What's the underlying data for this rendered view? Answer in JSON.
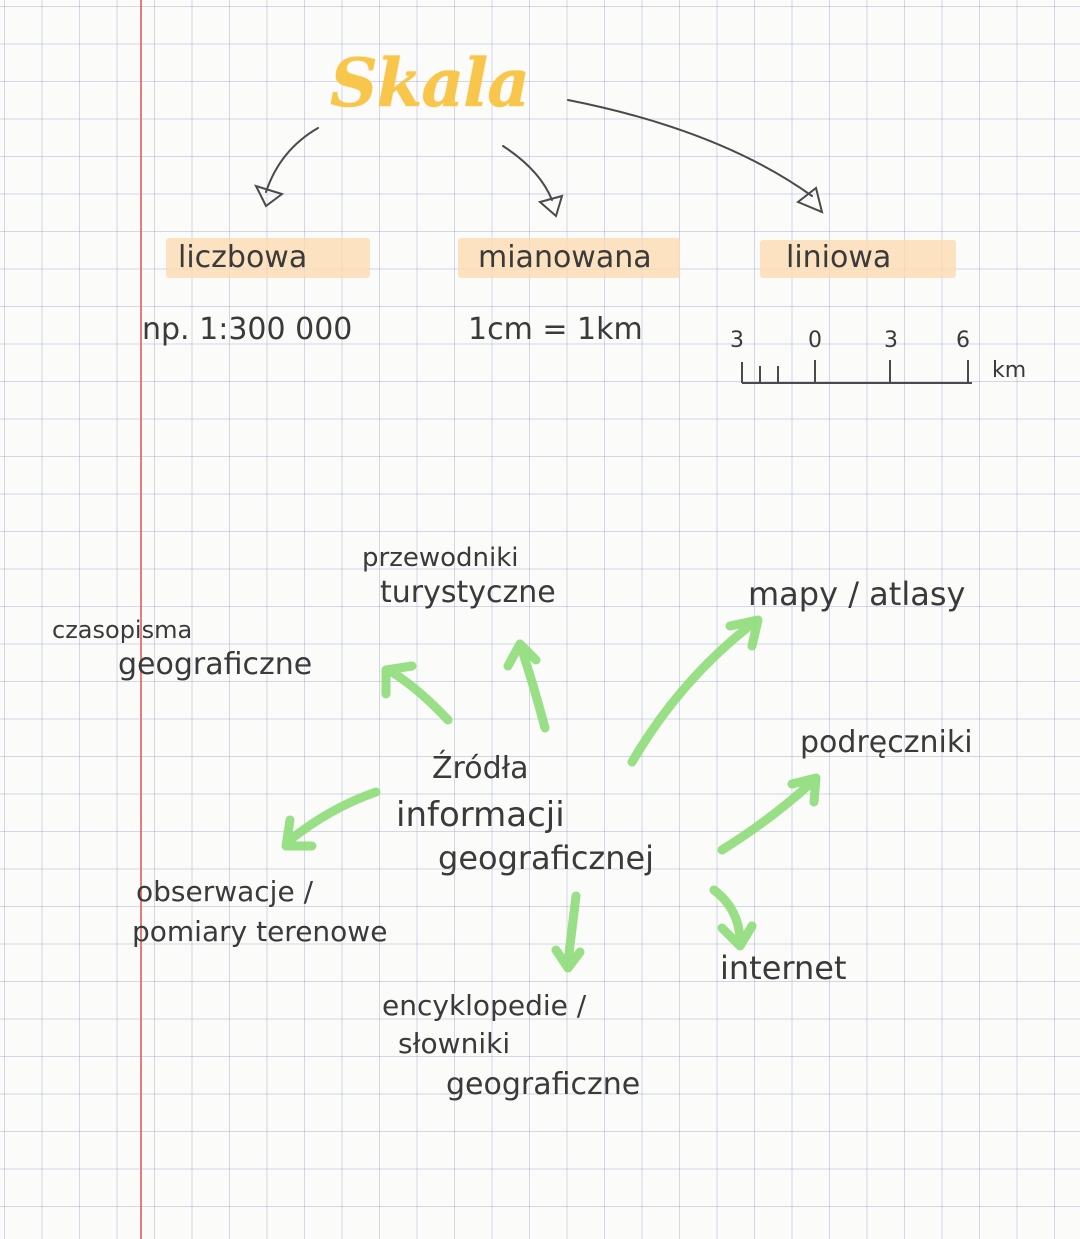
{
  "title": "Skala",
  "scale_types": [
    {
      "name": "liczbowa",
      "example": "np. 1:300 000"
    },
    {
      "name": "mianowana",
      "example": "1cm = 1km"
    },
    {
      "name": "liniowa",
      "ticks": [
        "3",
        "0",
        "3",
        "6"
      ],
      "unit": "km"
    }
  ],
  "center": {
    "line1": "Źródła",
    "line2": "informacji",
    "line3": "geograficznej"
  },
  "sources": {
    "czasopisma_1": "czasopisma",
    "czasopisma_2": "geograficzne",
    "przewodniki_1": "przewodniki",
    "przewodniki_2": "turystyczne",
    "mapy": "mapy / atlasy",
    "podreczniki": "podręczniki",
    "internet": "internet",
    "obserwacje_1": "obserwacje /",
    "obserwacje_2": "pomiary terenowe",
    "encyklopedie_1": "encyklopedie /",
    "encyklopedie_2": "słowniki",
    "encyklopedie_3": "geograficzne"
  },
  "colors": {
    "title": "#f7c64a",
    "highlight": "#fcd9ae",
    "ink": "#3a3a3a",
    "green_arrow": "#8fdc7a",
    "margin": "#e0685f",
    "grid": "#8c9ac0"
  }
}
